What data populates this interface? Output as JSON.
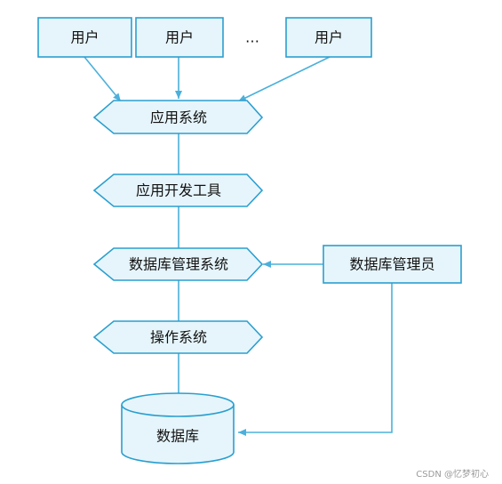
{
  "users": {
    "user_1": "用户",
    "user_2": "用户",
    "ellipsis": "…",
    "user_3": "用户"
  },
  "layers": {
    "application_system": "应用系统",
    "app_dev_tools": "应用开发工具",
    "dbms": "数据库管理系统",
    "os": "操作系统"
  },
  "dba": "数据库管理员",
  "database": "数据库",
  "watermark": "CSDN @忆梦初心",
  "colors": {
    "box_fill": "#e6f5fb",
    "box_stroke": "#2a9fd0",
    "line": "#4bb0db",
    "text": "#111111"
  }
}
